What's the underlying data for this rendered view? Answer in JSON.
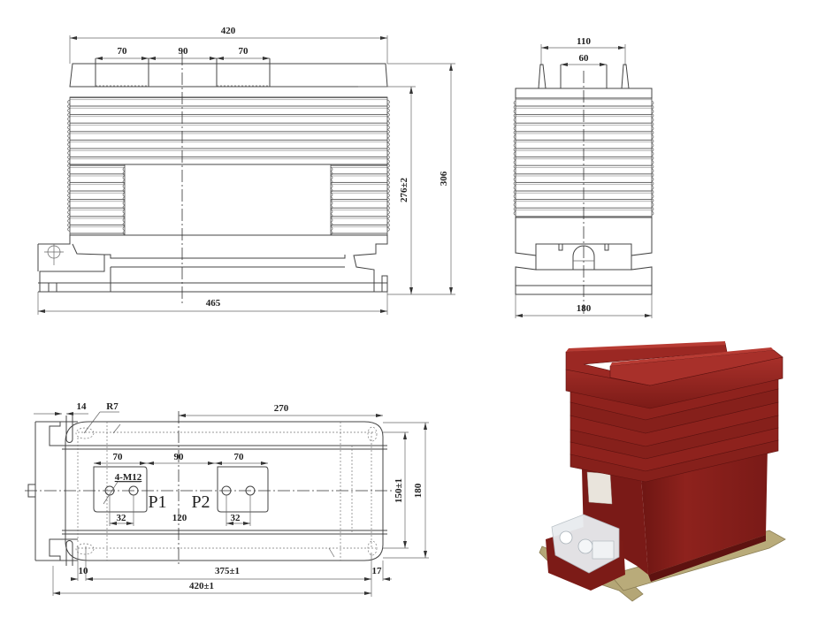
{
  "drawing": {
    "front_view": {
      "dims": {
        "overall_top_width": "420",
        "window_left_width": "70",
        "window_spacing": "90",
        "window_right_width": "70",
        "base_width": "465",
        "body_height": "276±2",
        "overall_height": "306"
      }
    },
    "side_view": {
      "dims": {
        "terminal_spacing": "110",
        "window_width": "60",
        "base_width": "180"
      }
    },
    "bottom_view": {
      "dims": {
        "slot_width": "14",
        "corner_radius": "R7",
        "half_length": "270",
        "pad_left_width": "70",
        "pad_spacing": "90",
        "pad_right_width": "70",
        "thread_callout": "4-M12",
        "hole_pitch_left": "32",
        "hole_pitch_right": "32",
        "terminal_spacing": "120",
        "terminal_p1": "P1",
        "terminal_p2": "P2",
        "left_offset": "10",
        "mount_hole_spacing": "375±1",
        "right_offset": "17",
        "overall_length": "420±1",
        "mount_width": "150±1",
        "overall_width": "180"
      }
    }
  },
  "photo": {
    "subject": "current-transformer-product-photo",
    "body_color": "#8a1f1c",
    "body_highlight": "#a8302a",
    "body_shadow": "#5e1210",
    "base_color": "#b9ab7a",
    "terminal_cover_color": "#e8ecef"
  }
}
